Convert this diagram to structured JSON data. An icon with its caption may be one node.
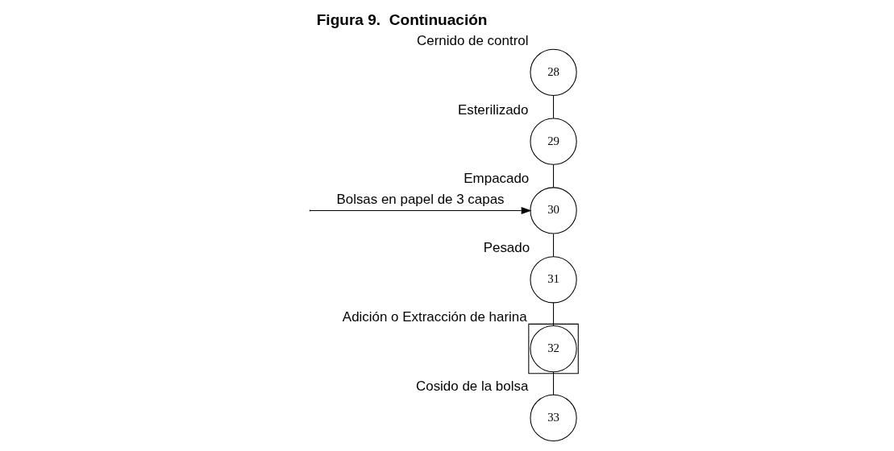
{
  "diagram": {
    "title": "Figura 9.  Continuación",
    "nodes": [
      {
        "text": [
          "28"
        ],
        "beside": [
          "Cernido de control"
        ]
      },
      {
        "text": [
          "29"
        ],
        "beside": [
          "Esterilizado"
        ]
      },
      {
        "text": [
          "30"
        ],
        "beside": [
          "Empacado"
        ]
      },
      {
        "text": [
          "31"
        ],
        "beside": [
          "Pesado"
        ]
      },
      {
        "text": [],
        "shape": "box"
      },
      {
        "text": [
          "32"
        ],
        "in": 4,
        "beside": [
          "Adición o Extracción de harina"
        ]
      },
      {
        "text": [
          "33"
        ],
        "beside": [
          "Cosido de la bolsa"
        ]
      }
    ],
    "edges": [
      {
        "from": 0,
        "to": 1,
        "arrow": "none"
      },
      {
        "from": 1,
        "to": 2,
        "arrow": "none"
      },
      {
        "from": null,
        "to": 2,
        "arrow": "to",
        "label": "Bolsas en papel de 3 capas"
      },
      {
        "from": 2,
        "to": 3,
        "arrow": "none"
      },
      {
        "from": 3,
        "to": 5,
        "arrow": "none"
      },
      {
        "from": 5,
        "to": 6,
        "arrow": "none"
      }
    ]
  }
}
